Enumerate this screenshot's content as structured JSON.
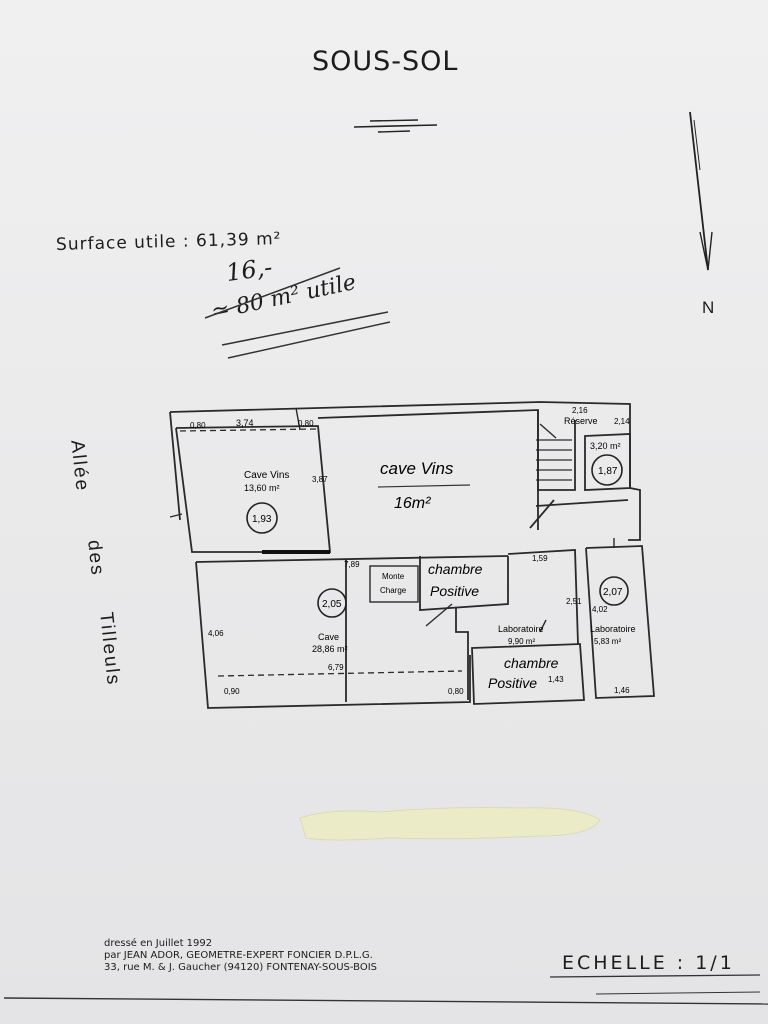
{
  "title": "SOUS-SOL",
  "surface_label": "Surface utile : 61,39 m²",
  "handwritten": {
    "note1": "16,-",
    "note2": "≃ 80 m² utile"
  },
  "north_label": "N",
  "street": {
    "w1": "Allée",
    "w2": "des",
    "w3": "Tilleuls"
  },
  "rooms": {
    "cave_vins_small": {
      "name": "Cave Vins",
      "area": "13,60 m²",
      "number": "1,93",
      "dim_top": "3,74",
      "dim_left": "0,80",
      "dim_right_top": "0,80",
      "dim_side": "3,87"
    },
    "cave_vins_large": {
      "name": "cave Vins",
      "area": "16m²"
    },
    "reserve": {
      "name": "Réserve",
      "area": "3,20 m²",
      "number": "1,87",
      "dim_top": "2,16",
      "dim_side": "2,14"
    },
    "monte_charge": {
      "line1": "Monte",
      "line2": "Charge"
    },
    "chambre_positive_1": {
      "line1": "chambre",
      "line2": "Positive"
    },
    "cave": {
      "name": "Cave",
      "area": "28,86 m²",
      "number": "2,05",
      "dim_left": "4,06",
      "dim_top": "7,89",
      "dim_bottom": "6,79",
      "dim_low_left": "0,90",
      "dim_low_right": "0,80"
    },
    "labo_small": {
      "name": "Laboratoire",
      "area": "9,90 m²",
      "dim_top": "1,59",
      "dim_side": "2,51"
    },
    "labo_right": {
      "name": "Laboratoire",
      "area": "5,83 m²",
      "number": "2,07",
      "dim_side": "4,02",
      "dim_bottom": "1,46"
    },
    "chambre_positive_2": {
      "line1": "chambre",
      "line2": "Positive",
      "dim": "1,43"
    }
  },
  "footer": {
    "line1": "dressé en Juillet 1992",
    "line2": "par JEAN ADOR, GEOMETRE-EXPERT FONCIER D.P.L.G.",
    "line3": "33, rue M. & J. Gaucher (94120) FONTENAY-SOUS-BOIS"
  },
  "scale": "ECHELLE : 1/1"
}
